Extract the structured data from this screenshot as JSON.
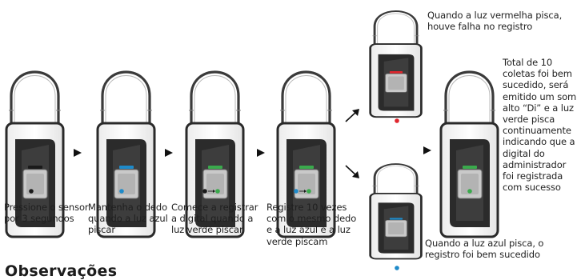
{
  "colors": {
    "black": "#1a1a1a",
    "blue": "#1e8ac9",
    "green": "#3aaa4c",
    "red": "#e0262e"
  },
  "steps": [
    {
      "label": "Pressione o sensor por 3 segundos",
      "light": "black"
    },
    {
      "label": "Mantenha o dedo quando a luz azul piscar",
      "light": "blue"
    },
    {
      "label": "Comece a registrar a digital quando a luz verde piscar",
      "light": "black-to-green"
    },
    {
      "label": "Registre 10 vezes com o mesmo dedo e a luz azul e a luz verde piscam",
      "light": "blue-to-green"
    }
  ],
  "branches": {
    "fail": {
      "note": "Quando a luz vermelha pisca, houve falha no registro",
      "light": "red"
    },
    "ok": {
      "note": "Quando a luz azul pisca, o registro foi bem sucedido",
      "light": "blue"
    }
  },
  "final": {
    "note": "Total de 10 coletas foi bem sucedido, será emitido um som alto “Di” e a luz verde pisca continuamente indicando que a digital do administrador foi registrada com sucesso",
    "light": "green"
  },
  "observations_heading": "Observações"
}
